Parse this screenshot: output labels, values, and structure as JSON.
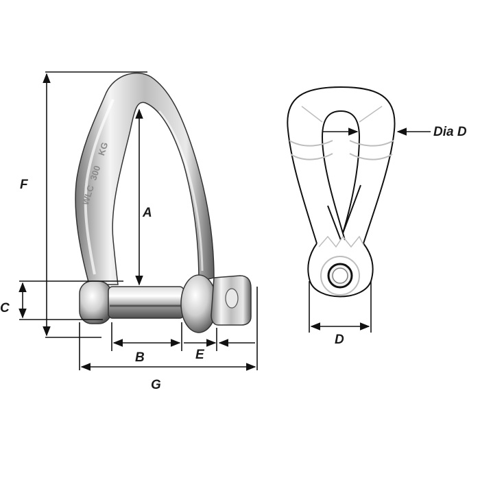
{
  "diagram": {
    "dimension_labels": {
      "A": "A",
      "B": "B",
      "C": "C",
      "D": "D",
      "E": "E",
      "F": "F",
      "G": "G",
      "dia_d": "Dia D"
    },
    "engraving": {
      "brand": "WLC",
      "rating": "300",
      "unit": "KG"
    },
    "colors": {
      "line": "#111111",
      "metal_light": "#f2f2f2",
      "metal_mid": "#c8c8c8",
      "metal_dark": "#6e6e6e",
      "hint_line": "#bdbdbd"
    }
  }
}
